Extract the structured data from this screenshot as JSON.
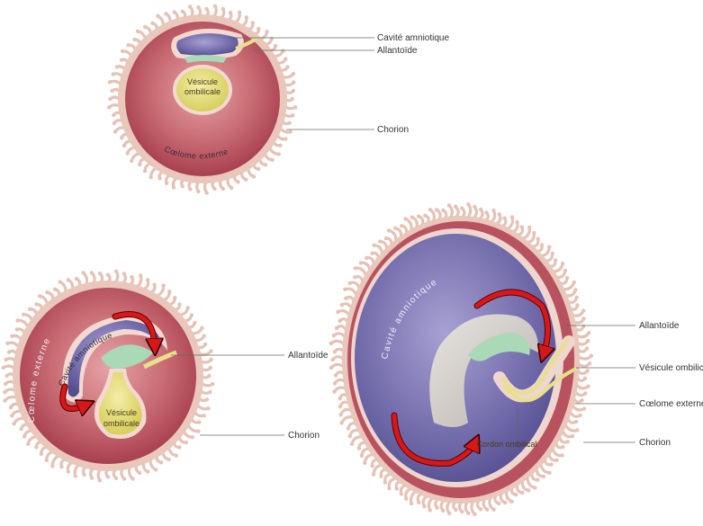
{
  "colors": {
    "chorion_outer": "#e9c7bb",
    "chorion_villi": "#e6c2b6",
    "coelome": "#b9525f",
    "coelome_light": "#d88a90",
    "amnion_cavity": "#6f68a8",
    "amnion_light": "#9a94c9",
    "yolk_sac": "#e6df7d",
    "embryo_green": "#a9d9b6",
    "allantois": "#e8e08a",
    "grey_tissue": "#cfcbc6",
    "arrow_red": "#d81818"
  },
  "stage1": {
    "labels": {
      "amnion": "Cavité amniotique",
      "allantois": "Allantoïde",
      "chorion": "Chorion"
    },
    "inner": {
      "yolk_line1": "Vésicule",
      "yolk_line2": "ombilicale",
      "coelome": "Cœlome externe"
    }
  },
  "stage2": {
    "labels": {
      "allantois": "Allantoïde",
      "chorion": "Chorion"
    },
    "inner": {
      "coelome": "Cœlome externe",
      "amnion": "Cavité amniotique",
      "yolk_line1": "Vésicule",
      "yolk_line2": "ombilicale"
    }
  },
  "stage3": {
    "labels": {
      "allantois": "Allantoïde",
      "yolk": "Vésicule ombilicale",
      "coelome": "Cœlome externe",
      "chorion": "Chorion"
    },
    "inner": {
      "amnion": "Cavité amniotique",
      "cord": "Cordon ombilical"
    }
  }
}
